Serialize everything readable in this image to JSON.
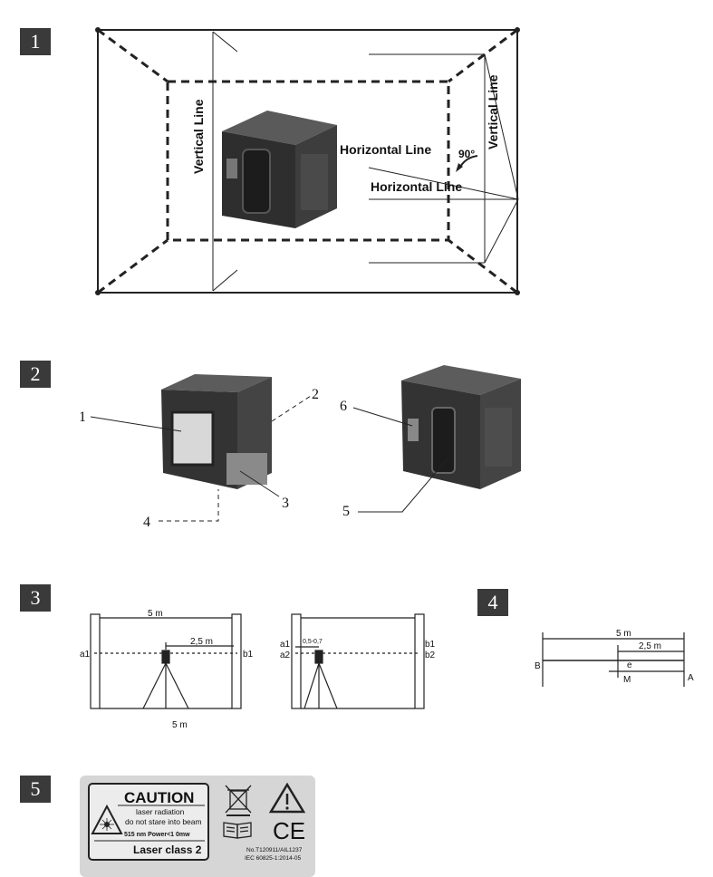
{
  "sections": [
    {
      "number": "1"
    },
    {
      "number": "2"
    },
    {
      "number": "3"
    },
    {
      "number": "4"
    },
    {
      "number": "5"
    }
  ],
  "fig1": {
    "vertical_line_left": "Vertical Line",
    "vertical_line_right": "Vertical Line",
    "horizontal_line_top": "Horizontal Line",
    "horizontal_line_bottom": "Horizontal Line",
    "angle": "90°"
  },
  "fig2": {
    "callouts": [
      "1",
      "2",
      "3",
      "4",
      "5",
      "6"
    ]
  },
  "fig3": {
    "left_top_dist": "5 m",
    "left_half_dist": "2,5 m",
    "left_bottom_dist": "5 m",
    "left_a1": "a1",
    "left_b1": "b1",
    "right_dev": "0,5-0,7",
    "right_a1": "a1",
    "right_a2": "a2",
    "right_b1": "b1",
    "right_b2": "b2"
  },
  "fig4": {
    "dist_total": "5 m",
    "dist_half": "2,5 m",
    "point_b": "B",
    "point_a": "A",
    "point_m": "M",
    "point_e": "e"
  },
  "label": {
    "caution": "CAUTION",
    "line1": "laser radiation",
    "line2": "do not stare into beam",
    "spec": "515 nm Power<1 0mw",
    "class": "Laser class 2",
    "ce": "CE",
    "cert_no": "No.T120911/AIL1237",
    "iec": "IEC 60825-1:2014-05"
  }
}
